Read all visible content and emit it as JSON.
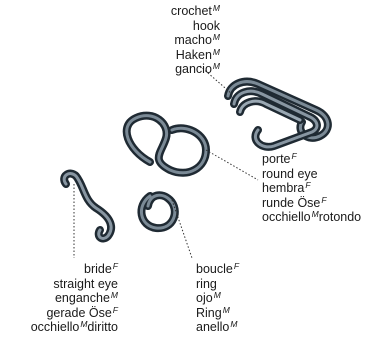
{
  "labels": {
    "hook": {
      "lines": [
        {
          "text": "crochet",
          "gender": "M"
        },
        {
          "text": "hook",
          "gender": ""
        },
        {
          "text": "macho",
          "gender": "M"
        },
        {
          "text": "Haken",
          "gender": "M"
        },
        {
          "text": "gancio",
          "gender": "M"
        }
      ]
    },
    "round_eye": {
      "lines": [
        {
          "text": "porte",
          "gender": "F"
        },
        {
          "text": "round eye",
          "gender": ""
        },
        {
          "text": "hembra",
          "gender": "F"
        },
        {
          "text": "runde Öse",
          "gender": "F"
        },
        {
          "text": "occhiello",
          "gender": "M",
          "suffix": "rotondo"
        }
      ]
    },
    "straight_eye": {
      "lines": [
        {
          "text": "bride",
          "gender": "F"
        },
        {
          "text": "straight eye",
          "gender": ""
        },
        {
          "text": "enganche",
          "gender": "M"
        },
        {
          "text": "gerade Öse",
          "gender": "F"
        },
        {
          "text": "occhiello",
          "gender": "M",
          "suffix": "diritto"
        }
      ]
    },
    "ring": {
      "lines": [
        {
          "text": "boucle",
          "gender": "F"
        },
        {
          "text": "ring",
          "gender": ""
        },
        {
          "text": "ojo",
          "gender": "M"
        },
        {
          "text": "Ring",
          "gender": "M"
        },
        {
          "text": "anello",
          "gender": "M"
        }
      ]
    }
  },
  "colors": {
    "metal_dark": "#2e3a44",
    "metal_mid": "#5b6a76",
    "metal_light": "#b9c6d0",
    "leader": "#333333"
  }
}
